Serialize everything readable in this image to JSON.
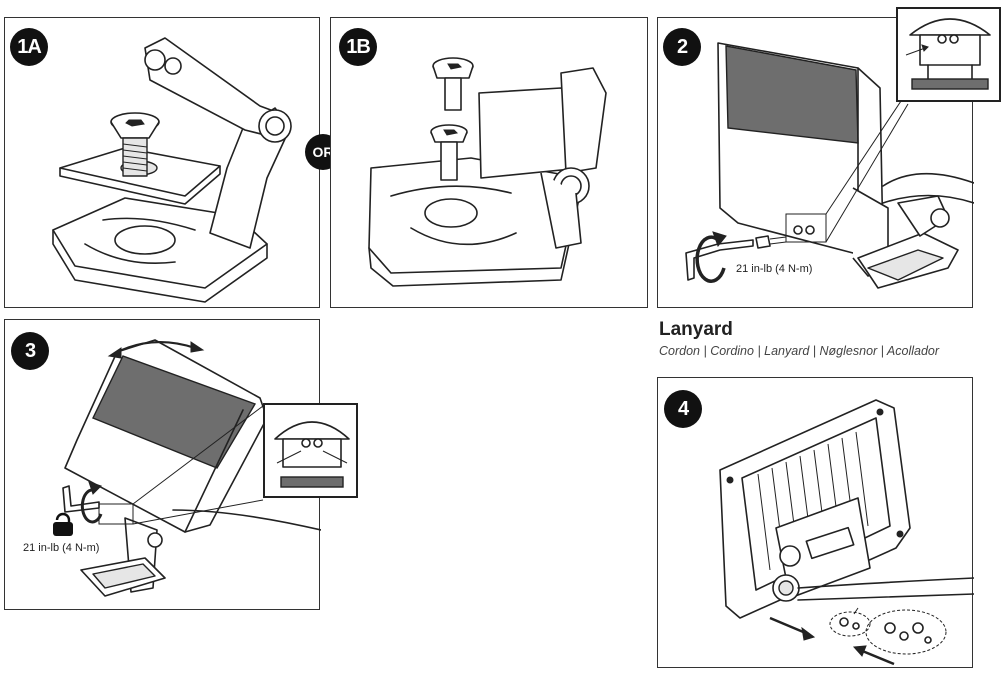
{
  "steps": {
    "s1a": {
      "badge": "1A"
    },
    "s1b": {
      "badge": "1B"
    },
    "or": "OR",
    "s2": {
      "badge": "2",
      "torque": "21 in-lb (4 N-m)"
    },
    "s3": {
      "badge": "3",
      "torque": "21 in-lb (4 N-m)"
    },
    "s4": {
      "badge": "4"
    }
  },
  "lanyard": {
    "title": "Lanyard",
    "subtitle": "Cordon | Cordino | Lanyard | Nøglesnor | Acollador"
  },
  "icons": [
    "screw-icon",
    "bolt-icon",
    "hex-key-icon",
    "rotate-arrow-icon",
    "lock-icon",
    "double-arrow-icon",
    "push-arrow-icon"
  ]
}
